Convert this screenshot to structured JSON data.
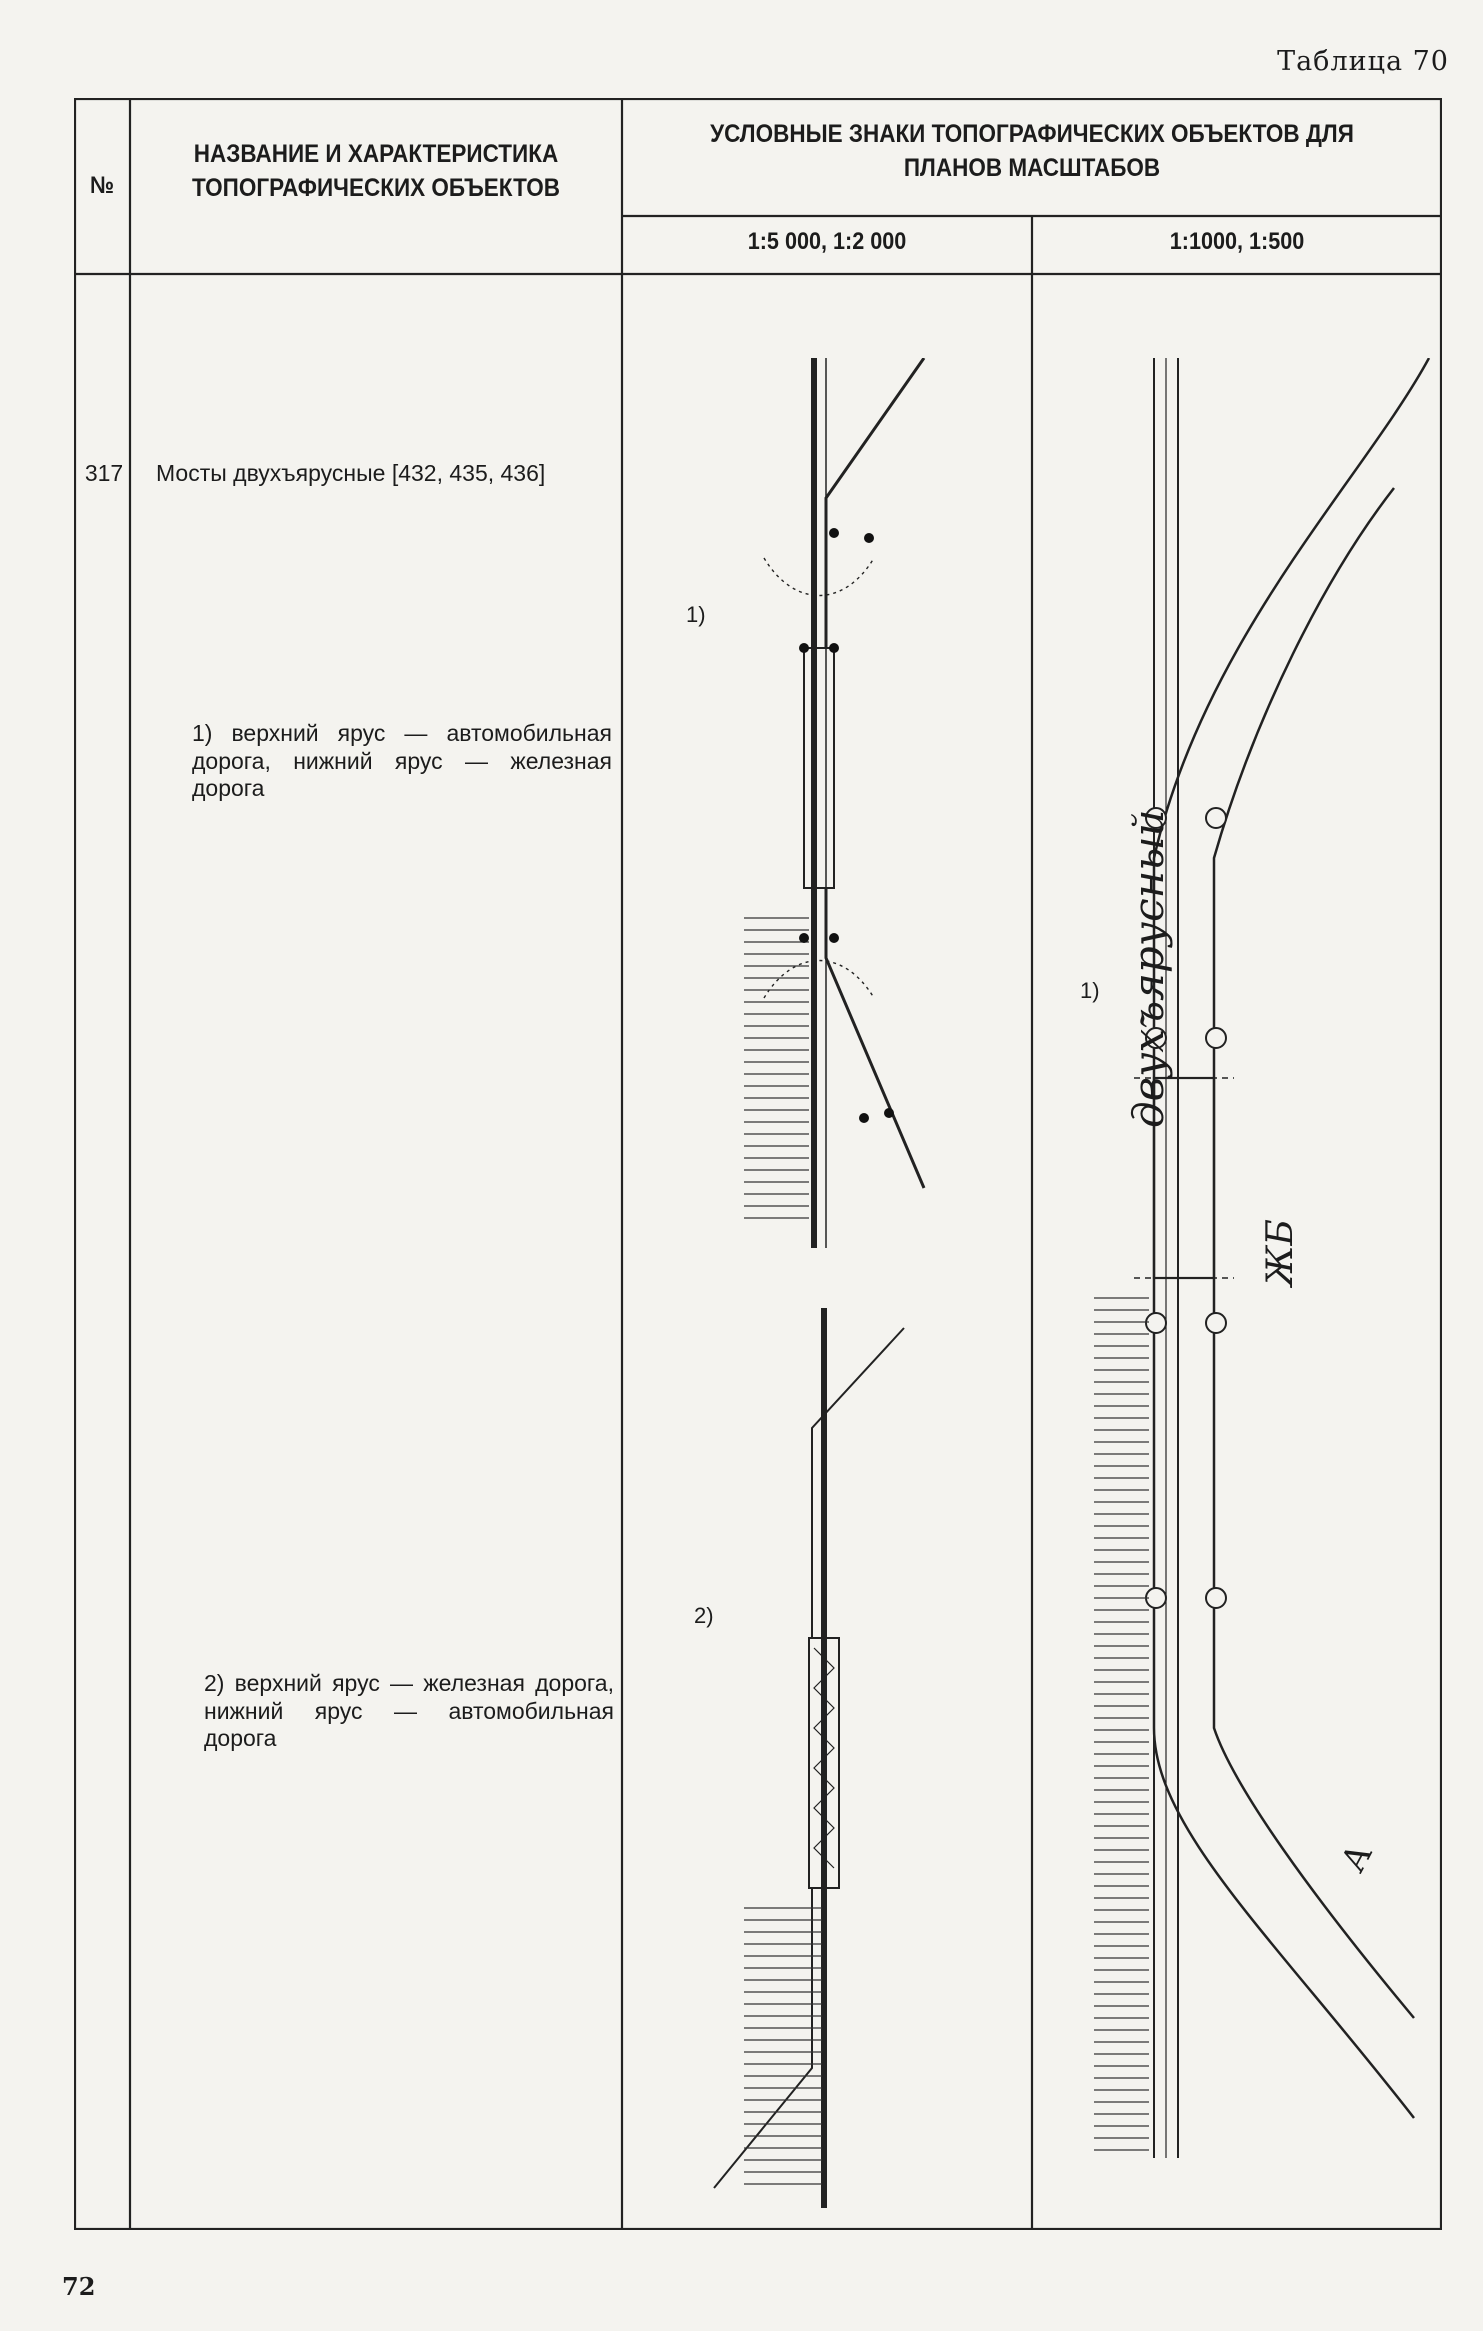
{
  "table_label": "Таблица 70",
  "page_number": "72",
  "header": {
    "no": "№",
    "name": "НАЗВАНИЕ И ХАРАКТЕРИСТИКА ТОПОГРАФИЧЕСКИХ ОБЪЕКТОВ",
    "signs": "УСЛОВНЫЕ ЗНАКИ ТОПОГРАФИЧЕСКИХ ОБЪЕКТОВ ДЛЯ ПЛАНОВ МАСШТАБОВ",
    "scale_a": "1:5 000, 1:2 000",
    "scale_b": "1:1000, 1:500"
  },
  "row": {
    "number": "317",
    "name": "Мосты двухъярусные [432, 435, 436]",
    "variants": [
      "1) верхний ярус — автомобильная дорога, нижний ярус — железная дорога",
      "2) верхний ярус — железная дорога, нижний ярус — автомобильная дорога"
    ]
  },
  "drawing_marks": {
    "variant1": "1)",
    "variant2": "2)",
    "large_variant": "1)",
    "bridge_type_label": "двухъярусный",
    "material_label": "ЖБ",
    "road_letter": "А"
  },
  "icons": [
    "bridge-two-tier-symbol",
    "embankment-hatching"
  ]
}
